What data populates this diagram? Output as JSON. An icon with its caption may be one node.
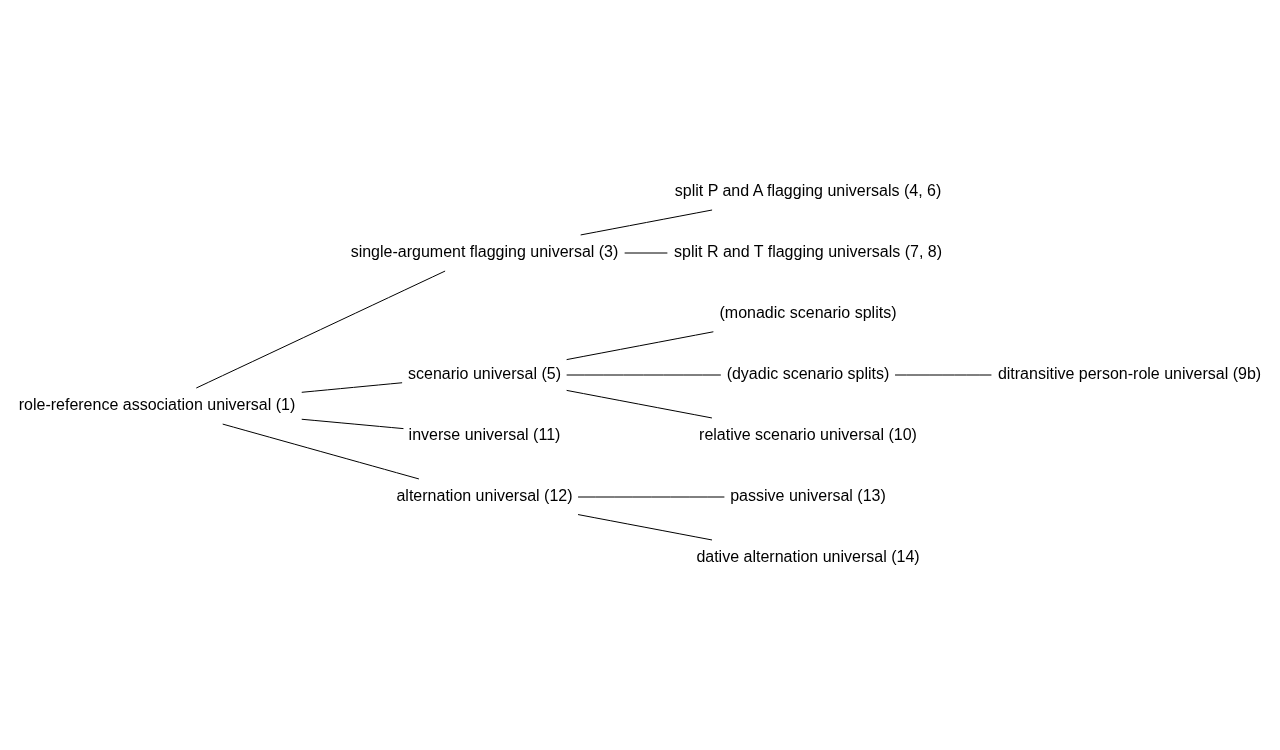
{
  "diagram": {
    "nodes": [
      {
        "text": [
          "role-reference association universal (1)"
        ]
      },
      {
        "text": [
          "single-argument flagging universal (3)"
        ]
      },
      {
        "text": [
          "split P and A flagging universals (4, 6)"
        ]
      },
      {
        "text": [
          "split R and T flagging universals (7, 8)"
        ]
      },
      {
        "text": [
          "scenario universal (5)"
        ]
      },
      {
        "text": [
          "(monadic scenario splits)"
        ]
      },
      {
        "text": [
          "(dyadic scenario splits)"
        ]
      },
      {
        "text": [
          "ditransitive person-role universal (9b)"
        ]
      },
      {
        "text": [
          "relative scenario universal (10)"
        ]
      },
      {
        "text": [
          "inverse universal (11)"
        ]
      },
      {
        "text": [
          "alternation universal (12)"
        ]
      },
      {
        "text": [
          "passive universal (13)"
        ]
      },
      {
        "text": [
          "dative alternation universal (14)"
        ]
      }
    ],
    "edges": [
      {
        "from": 0,
        "to": 1,
        "arrow": "none"
      },
      {
        "from": 1,
        "to": 2,
        "arrow": "none"
      },
      {
        "from": 1,
        "to": 3,
        "arrow": "none"
      },
      {
        "from": 0,
        "to": 4,
        "arrow": "none"
      },
      {
        "from": 4,
        "to": 5,
        "arrow": "none"
      },
      {
        "from": 4,
        "to": 6,
        "arrow": "none"
      },
      {
        "from": 6,
        "to": 7,
        "arrow": "none"
      },
      {
        "from": 4,
        "to": 8,
        "arrow": "none"
      },
      {
        "from": 0,
        "to": 9,
        "arrow": "none"
      },
      {
        "from": 0,
        "to": 10,
        "arrow": "none"
      },
      {
        "from": 10,
        "to": 11,
        "arrow": "none"
      },
      {
        "from": 10,
        "to": 12,
        "arrow": "none"
      }
    ]
  }
}
